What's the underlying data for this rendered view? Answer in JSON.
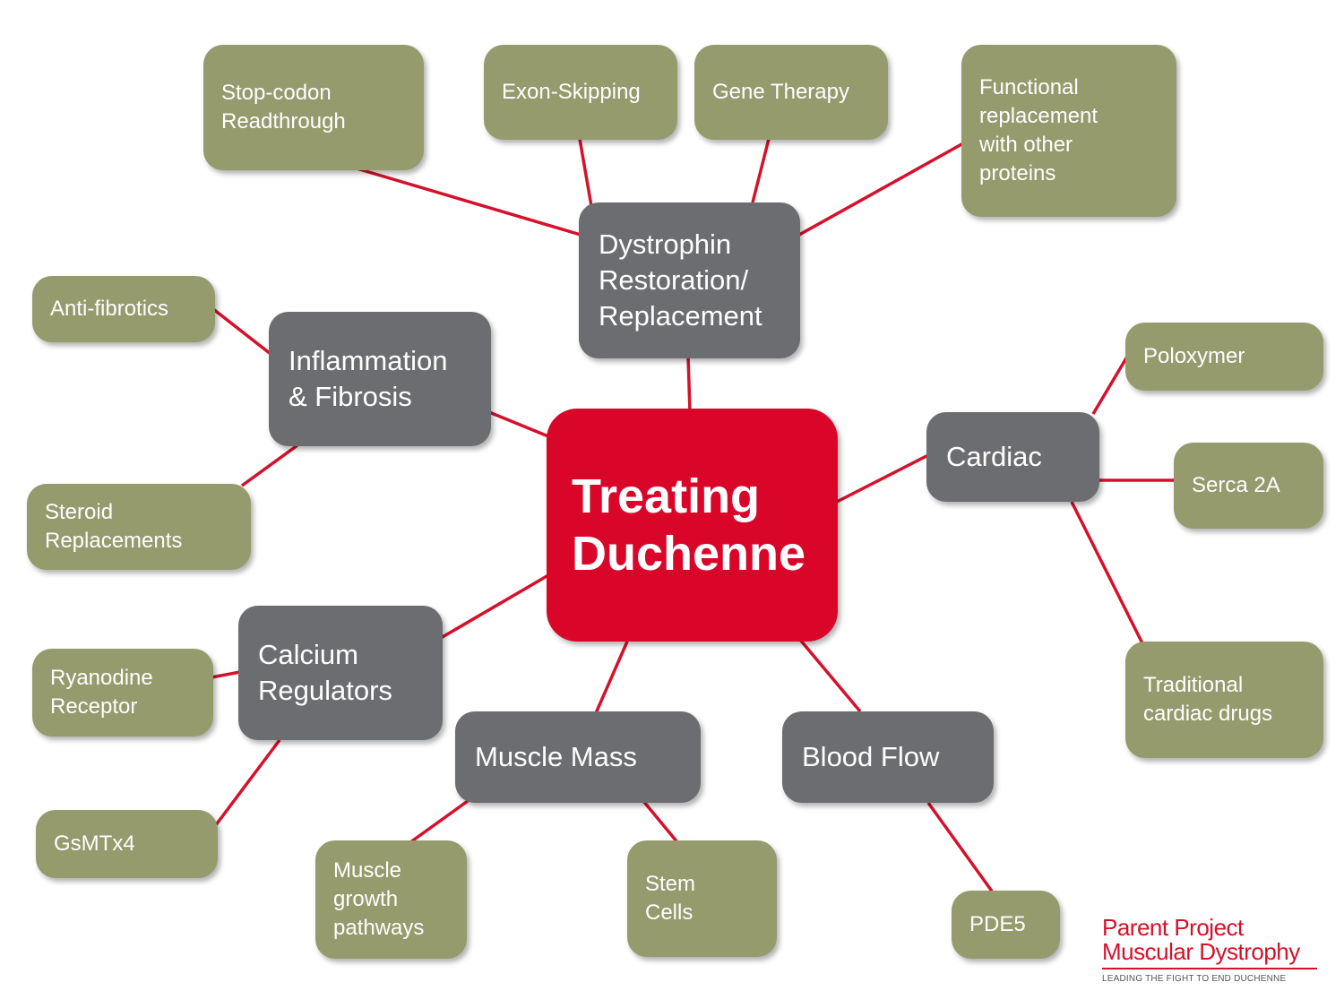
{
  "center": {
    "label": "Treating\nDuchenne"
  },
  "categories": {
    "dystrophin": "Dystrophin\nRestoration/\nReplacement",
    "inflammation": "Inflammation\n& Fibrosis",
    "cardiac": "Cardiac",
    "calcium": "Calcium\nRegulators",
    "muscle_mass": "Muscle Mass",
    "blood_flow": "Blood Flow"
  },
  "leaves": {
    "stop_codon": "Stop-codon\nReadthrough",
    "exon_skipping": "Exon-Skipping",
    "gene_therapy": "Gene Therapy",
    "functional_replacement": "Functional\nreplacement\nwith other\nproteins",
    "anti_fibrotics": "Anti-fibrotics",
    "steroid": "Steroid\nReplacements",
    "poloxymer": "Poloxymer",
    "serca": "Serca 2A",
    "traditional_cardiac": "Traditional\ncardiac drugs",
    "ryanodine": "Ryanodine\nReceptor",
    "gsmtx4": "GsMTx4",
    "muscle_growth": "Muscle\ngrowth\npathways",
    "stem_cells": "Stem\nCells",
    "pde5": "PDE5"
  },
  "logo": {
    "line1": "Parent Project",
    "line2": "Muscular Dystrophy",
    "tagline": "LEADING THE FIGHT TO END DUCHENNE"
  },
  "colors": {
    "center": "#d9062a",
    "category": "#6c6d70",
    "leaf": "#969b6d",
    "connector": "#d6102a"
  }
}
